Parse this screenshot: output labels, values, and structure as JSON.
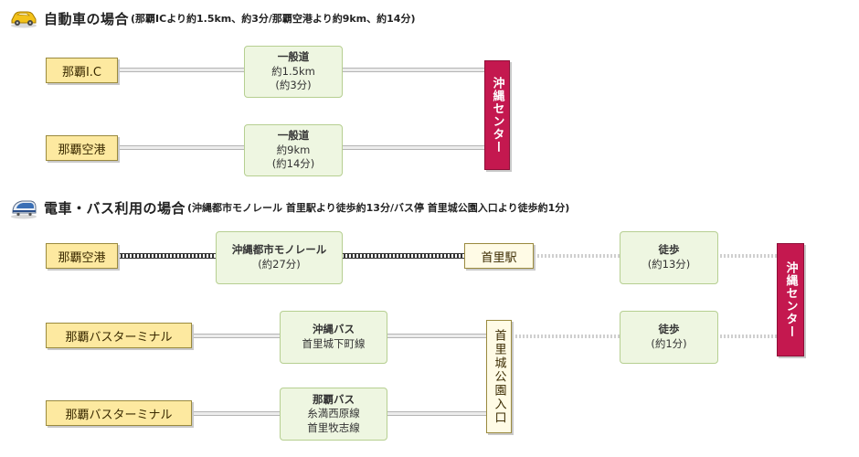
{
  "car": {
    "title": "自動車の場合",
    "note": "(那覇ICより約1.5km、約3分/那覇空港より約9km、約14分)",
    "routes": [
      {
        "origin": "那覇I.C",
        "name": "一般道",
        "distance": "約1.5km",
        "time": "(約3分)"
      },
      {
        "origin": "那覇空港",
        "name": "一般道",
        "distance": "約9km",
        "time": "(約14分)"
      }
    ],
    "destination": "沖縄センター"
  },
  "transit": {
    "title": "電車・バス利用の場合",
    "note": "(沖縄都市モノレール 首里駅より徒歩約13分/バス停 首里城公園入口より徒歩約1分)",
    "monorail": {
      "origin": "那覇空港",
      "name": "沖縄都市モノレール",
      "time": "(約27分)",
      "station": "首里駅",
      "walk_label": "徒歩",
      "walk_time": "(約13分)"
    },
    "bus1": {
      "origin": "那覇バスターミナル",
      "name": "沖縄バス",
      "line": "首里城下町線"
    },
    "bus2": {
      "origin": "那覇バスターミナル",
      "name": "那覇バス",
      "line1": "糸満西原線",
      "line2": "首里牧志線"
    },
    "bus_stop": "首里城公園入口",
    "bus_walk_label": "徒歩",
    "bus_walk_time": "(約1分)",
    "destination": "沖縄センター"
  },
  "icons": {
    "car": "car-icon",
    "train": "train-icon"
  },
  "colors": {
    "origin": "#fde9a0",
    "route": "#eef6e1",
    "destination": "#c4184f"
  }
}
